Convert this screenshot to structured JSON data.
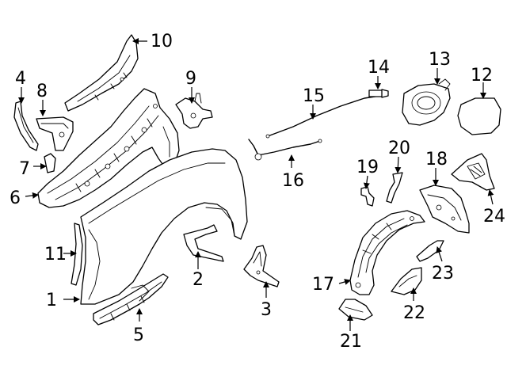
{
  "callouts": {
    "p1": "1",
    "p2": "2",
    "p3": "3",
    "p4": "4",
    "p5": "5",
    "p6": "6",
    "p7": "7",
    "p8": "8",
    "p9": "9",
    "p10": "10",
    "p11": "11",
    "p12": "12",
    "p13": "13",
    "p14": "14",
    "p15": "15",
    "p16": "16",
    "p17": "17",
    "p18": "18",
    "p19": "19",
    "p20": "20",
    "p21": "21",
    "p22": "22",
    "p23": "23",
    "p24": "24"
  },
  "colors": {
    "line": "#000000",
    "background": "#ffffff"
  }
}
